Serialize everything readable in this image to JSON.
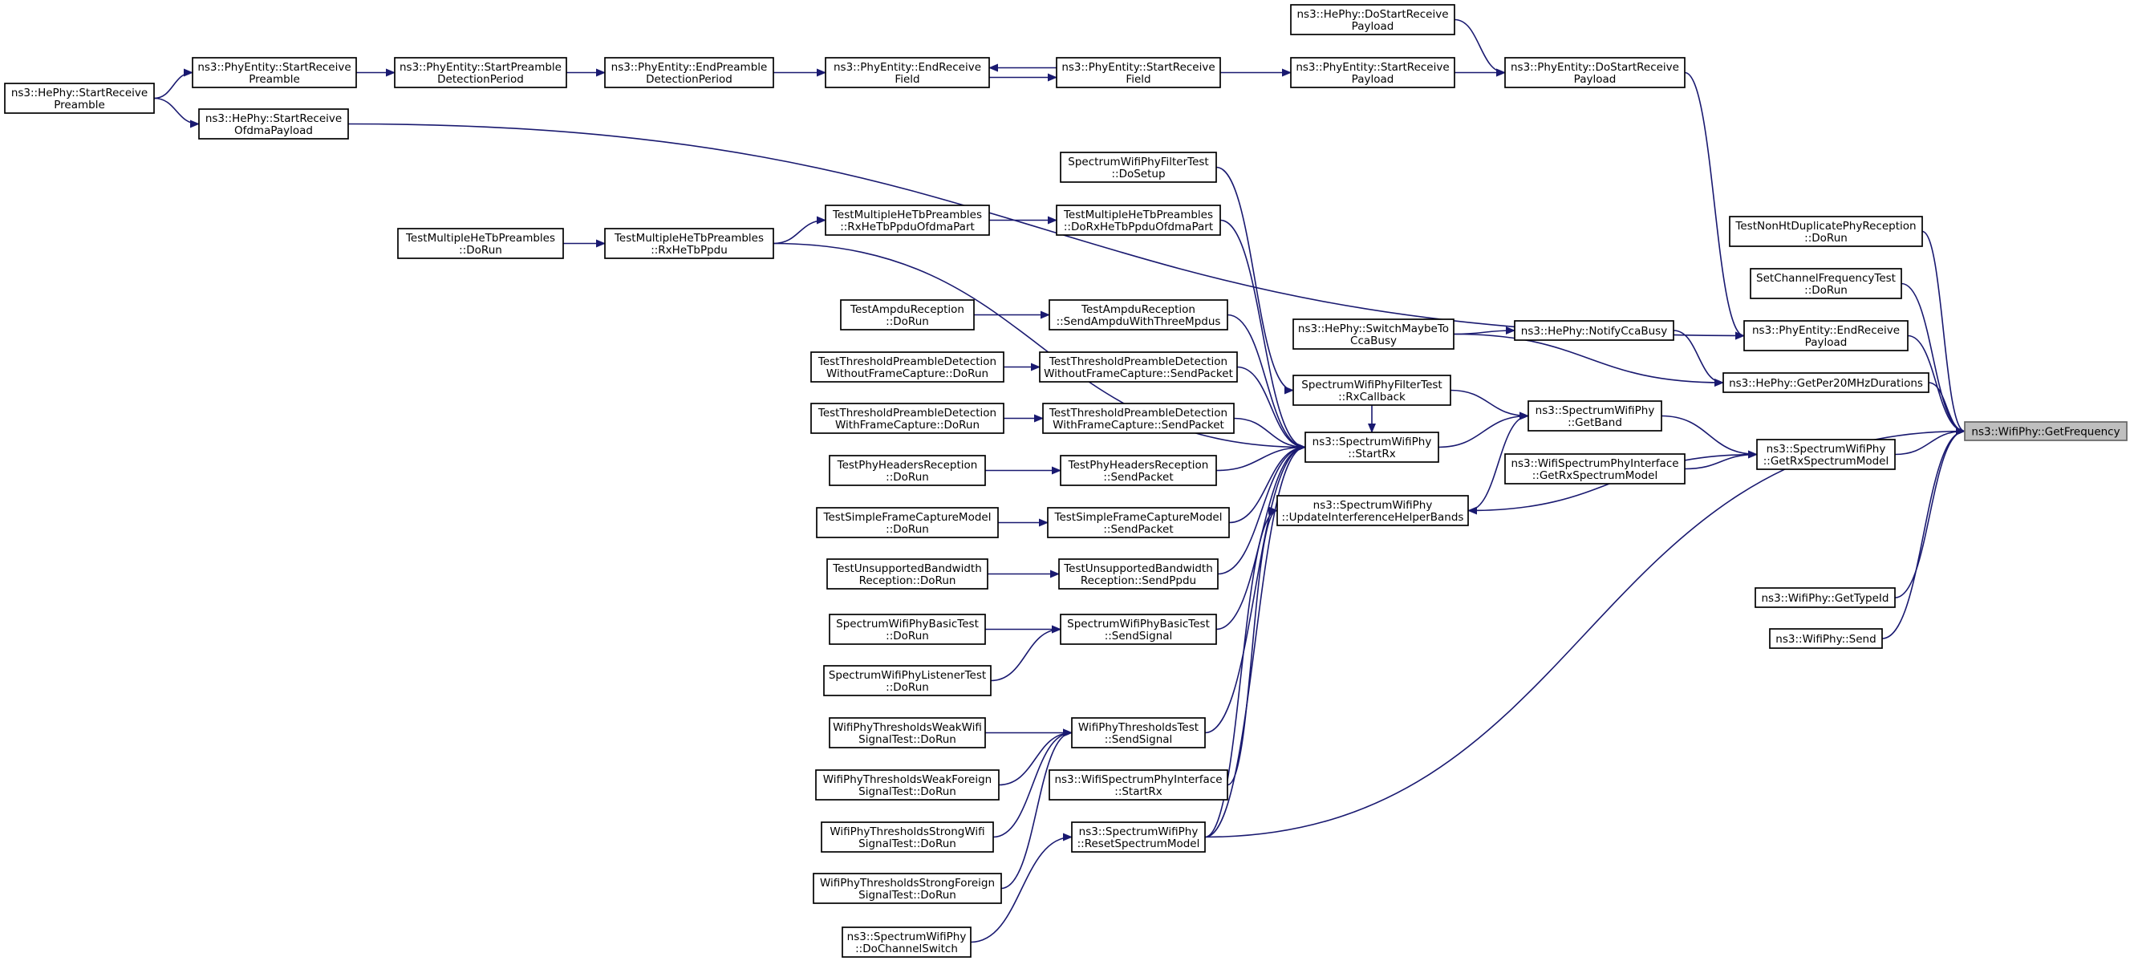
{
  "edge_color": "#191970",
  "focus_fill": "#bfbfbf",
  "nodes": [
    {
      "id": "getfrequency",
      "lines": [
        "ns3::WifiPhy::GetFrequency"
      ],
      "focus": true
    },
    {
      "id": "nonht_doRun",
      "lines": [
        "TestNonHtDuplicatePhyReception",
        "::DoRun"
      ]
    },
    {
      "id": "setchan_doRun",
      "lines": [
        "SetChannelFrequencyTest",
        "::DoRun"
      ]
    },
    {
      "id": "phyentity_endRxPayload",
      "lines": [
        "ns3::PhyEntity::EndReceive",
        "Payload"
      ]
    },
    {
      "id": "hephy_getPer20",
      "lines": [
        "ns3::HePhy::GetPer20MHzDurations"
      ]
    },
    {
      "id": "swp_getRxSpectrumModel",
      "lines": [
        "ns3::SpectrumWifiPhy",
        "::GetRxSpectrumModel"
      ]
    },
    {
      "id": "wifiphy_getTypeId",
      "lines": [
        "ns3::WifiPhy::GetTypeId"
      ]
    },
    {
      "id": "wifiphy_send",
      "lines": [
        "ns3::WifiPhy::Send"
      ]
    },
    {
      "id": "hephy_doStartRxPayload",
      "lines": [
        "ns3::HePhy::DoStartReceive",
        "Payload"
      ]
    },
    {
      "id": "phyentity_doStartRxPayload",
      "lines": [
        "ns3::PhyEntity::DoStartReceive",
        "Payload"
      ]
    },
    {
      "id": "phyentity_startRxPayload",
      "lines": [
        "ns3::PhyEntity::StartReceive",
        "Payload"
      ]
    },
    {
      "id": "phyentity_startRxField",
      "lines": [
        "ns3::PhyEntity::StartReceive",
        "Field"
      ]
    },
    {
      "id": "phyentity_endRxField",
      "lines": [
        "ns3::PhyEntity::EndReceive",
        "Field"
      ]
    },
    {
      "id": "phyentity_endPreambleDet",
      "lines": [
        "ns3::PhyEntity::EndPreamble",
        "DetectionPeriod"
      ]
    },
    {
      "id": "phyentity_startPreambleDet",
      "lines": [
        "ns3::PhyEntity::StartPreamble",
        "DetectionPeriod"
      ]
    },
    {
      "id": "phyentity_startRxPreamble",
      "lines": [
        "ns3::PhyEntity::StartReceive",
        "Preamble"
      ]
    },
    {
      "id": "hephy_startRxPreamble",
      "lines": [
        "ns3::HePhy::StartReceive",
        "Preamble"
      ]
    },
    {
      "id": "hephy_startRxOfdma",
      "lines": [
        "ns3::HePhy::StartReceive",
        "OfdmaPayload"
      ]
    },
    {
      "id": "hephy_switchMaybeCca",
      "lines": [
        "ns3::HePhy::SwitchMaybeTo",
        "CcaBusy"
      ]
    },
    {
      "id": "hephy_notifyCcaBusy",
      "lines": [
        "ns3::HePhy::NotifyCcaBusy"
      ]
    },
    {
      "id": "swp_getBand",
      "lines": [
        "ns3::SpectrumWifiPhy",
        "::GetBand"
      ]
    },
    {
      "id": "wspi_getRxSpectrumModel",
      "lines": [
        "ns3::WifiSpectrumPhyInterface",
        "::GetRxSpectrumModel"
      ]
    },
    {
      "id": "swp_updateIhBands",
      "lines": [
        "ns3::SpectrumWifiPhy",
        "::UpdateInterferenceHelperBands"
      ]
    },
    {
      "id": "swpft_rxCallback",
      "lines": [
        "SpectrumWifiPhyFilterTest",
        "::RxCallback"
      ]
    },
    {
      "id": "swpft_doSetup",
      "lines": [
        "SpectrumWifiPhyFilterTest",
        "::DoSetup"
      ]
    },
    {
      "id": "swp_startRx",
      "lines": [
        "ns3::SpectrumWifiPhy",
        "::StartRx"
      ]
    },
    {
      "id": "tmhtp_doRxOfdmaPart",
      "lines": [
        "TestMultipleHeTbPreambles",
        "::DoRxHeTbPpduOfdmaPart"
      ]
    },
    {
      "id": "tmhtp_rxOfdmaPart",
      "lines": [
        "TestMultipleHeTbPreambles",
        "::RxHeTbPpduOfdmaPart"
      ]
    },
    {
      "id": "tmhtp_rxHeTbPpdu",
      "lines": [
        "TestMultipleHeTbPreambles",
        "::RxHeTbPpdu"
      ]
    },
    {
      "id": "tmhtp_doRun",
      "lines": [
        "TestMultipleHeTbPreambles",
        "::DoRun"
      ]
    },
    {
      "id": "tampdu_send",
      "lines": [
        "TestAmpduReception",
        "::SendAmpduWithThreeMpdus"
      ]
    },
    {
      "id": "tampdu_doRun",
      "lines": [
        "TestAmpduReception",
        "::DoRun"
      ]
    },
    {
      "id": "ttpd_wofc_send",
      "lines": [
        "TestThresholdPreambleDetection",
        "WithoutFrameCapture::SendPacket"
      ]
    },
    {
      "id": "ttpd_wofc_doRun",
      "lines": [
        "TestThresholdPreambleDetection",
        "WithoutFrameCapture::DoRun"
      ]
    },
    {
      "id": "ttpd_wfc_send",
      "lines": [
        "TestThresholdPreambleDetection",
        "WithFrameCapture::SendPacket"
      ]
    },
    {
      "id": "ttpd_wfc_doRun",
      "lines": [
        "TestThresholdPreambleDetection",
        "WithFrameCapture::DoRun"
      ]
    },
    {
      "id": "tphr_send",
      "lines": [
        "TestPhyHeadersReception",
        "::SendPacket"
      ]
    },
    {
      "id": "tphr_doRun",
      "lines": [
        "TestPhyHeadersReception",
        "::DoRun"
      ]
    },
    {
      "id": "tsfcm_send",
      "lines": [
        "TestSimpleFrameCaptureModel",
        "::SendPacket"
      ]
    },
    {
      "id": "tsfcm_doRun",
      "lines": [
        "TestSimpleFrameCaptureModel",
        "::DoRun"
      ]
    },
    {
      "id": "tubr_send",
      "lines": [
        "TestUnsupportedBandwidth",
        "Reception::SendPpdu"
      ]
    },
    {
      "id": "tubr_doRun",
      "lines": [
        "TestUnsupportedBandwidth",
        "Reception::DoRun"
      ]
    },
    {
      "id": "swpbt_send",
      "lines": [
        "SpectrumWifiPhyBasicTest",
        "::SendSignal"
      ]
    },
    {
      "id": "swpbt_doRun",
      "lines": [
        "SpectrumWifiPhyBasicTest",
        "::DoRun"
      ]
    },
    {
      "id": "swplt_doRun",
      "lines": [
        "SpectrumWifiPhyListenerTest",
        "::DoRun"
      ]
    },
    {
      "id": "wptt_send",
      "lines": [
        "WifiPhyThresholdsTest",
        "::SendSignal"
      ]
    },
    {
      "id": "wpt_weakWifi",
      "lines": [
        "WifiPhyThresholdsWeakWifi",
        "SignalTest::DoRun"
      ]
    },
    {
      "id": "wpt_weakForeign",
      "lines": [
        "WifiPhyThresholdsWeakForeign",
        "SignalTest::DoRun"
      ]
    },
    {
      "id": "wpt_strongWifi",
      "lines": [
        "WifiPhyThresholdsStrongWifi",
        "SignalTest::DoRun"
      ]
    },
    {
      "id": "wpt_strongForeign",
      "lines": [
        "WifiPhyThresholdsStrongForeign",
        "SignalTest::DoRun"
      ]
    },
    {
      "id": "wspi_startRx",
      "lines": [
        "ns3::WifiSpectrumPhyInterface",
        "::StartRx"
      ]
    },
    {
      "id": "swp_resetSpectrum",
      "lines": [
        "ns3::SpectrumWifiPhy",
        "::ResetSpectrumModel"
      ]
    },
    {
      "id": "swp_doChannelSwitch",
      "lines": [
        "ns3::SpectrumWifiPhy",
        "::DoChannelSwitch"
      ]
    }
  ]
}
